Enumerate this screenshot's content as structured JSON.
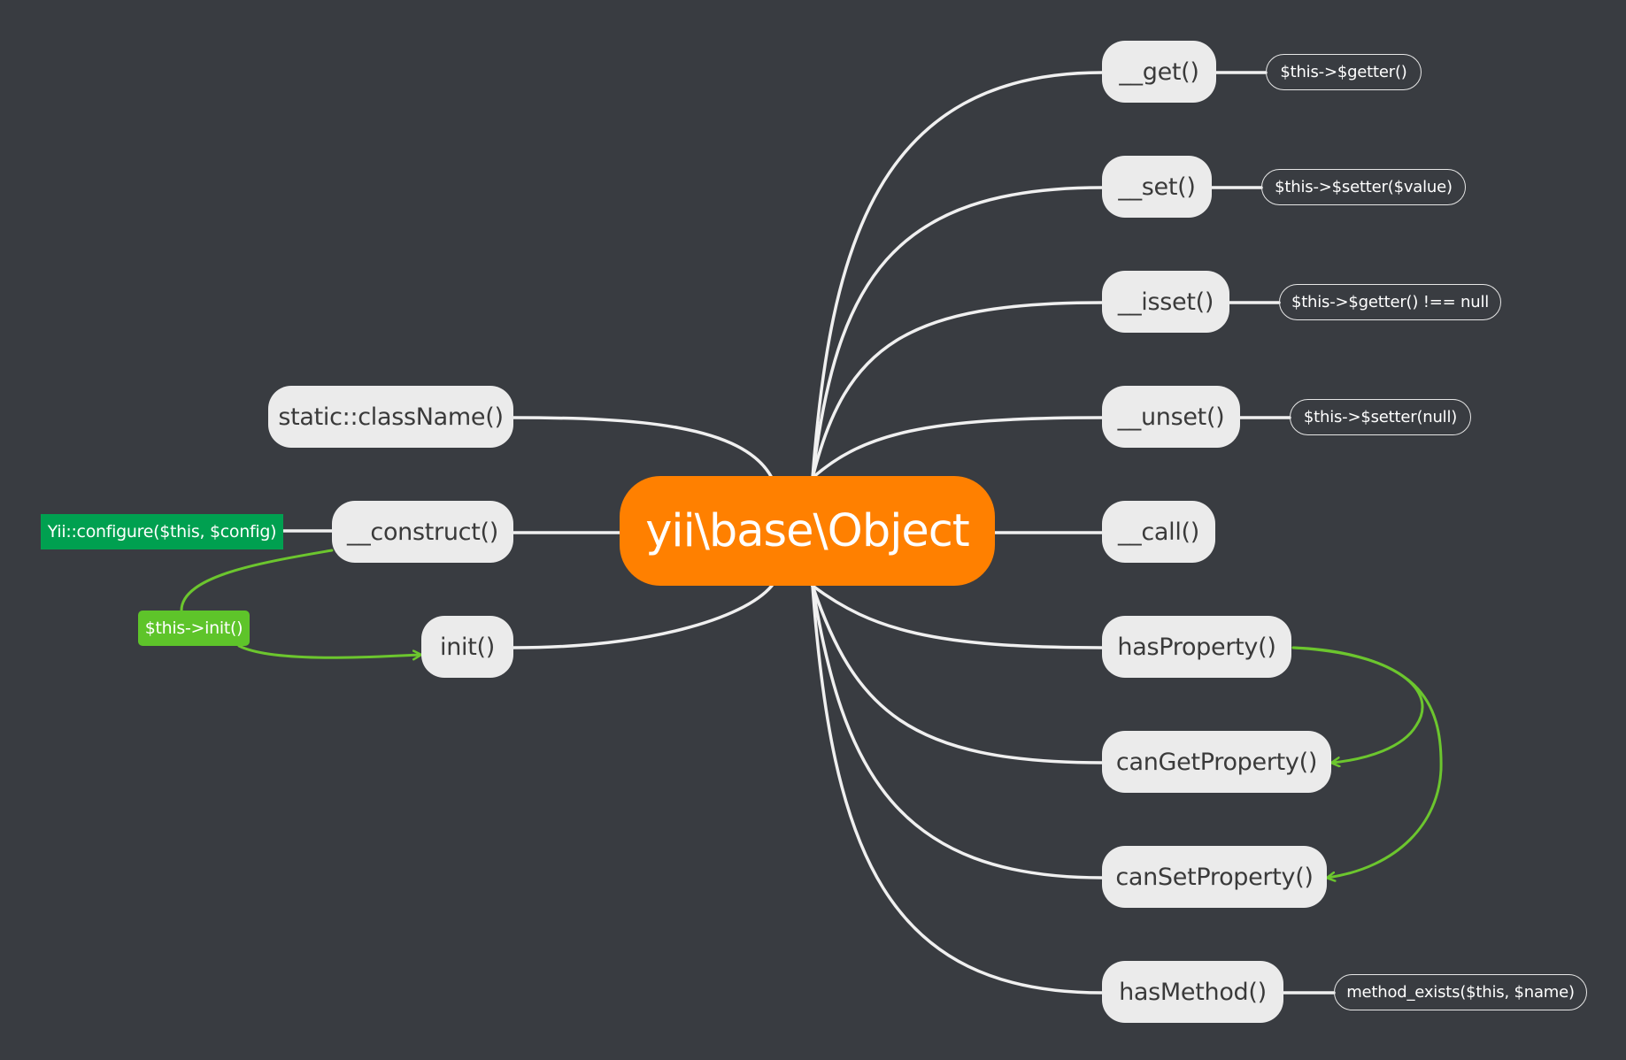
{
  "central": {
    "label": "yii\\base\\Object"
  },
  "left_methods": {
    "classname": "static::className()",
    "construct": "__construct()",
    "init": "init()"
  },
  "right_methods": {
    "get": "__get()",
    "set": "__set()",
    "isset": "__isset()",
    "unset": "__unset()",
    "call": "__call()",
    "has_property": "hasProperty()",
    "can_get_property": "canGetProperty()",
    "can_set_property": "canSetProperty()",
    "has_method": "hasMethod()"
  },
  "details": {
    "get": "$this->$getter()",
    "set": "$this->$setter($value)",
    "isset": "$this->$getter() !== null",
    "unset": "$this->$setter(null)",
    "has_method": "method_exists($this, $name)"
  },
  "notes": {
    "configure": "Yii::configure($this, $config)",
    "init_call": "$this->init()"
  },
  "colors": {
    "background": "#393c41",
    "central": "#ff8000",
    "node": "#ebebeb",
    "link": "#f0f0f0",
    "relation": "#6cc62e",
    "note_dark": "#00a050",
    "note_light": "#5ec42a"
  }
}
